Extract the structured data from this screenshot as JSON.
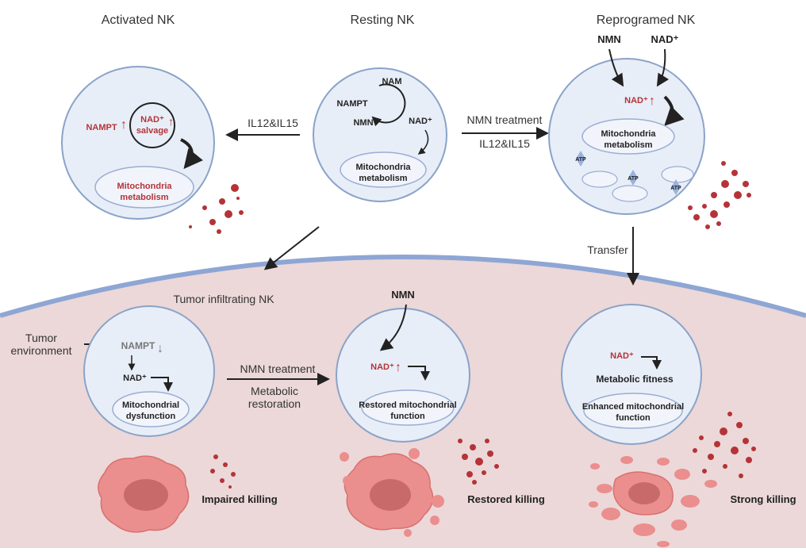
{
  "titles": {
    "activated": "Activated NK",
    "resting": "Resting NK",
    "reprogramed": "Reprogramed NK"
  },
  "resting_cell": {
    "nam": "NAM",
    "nampt": "NAMPT",
    "nmn": "NMN",
    "nad": "NAD⁺",
    "mito_line1": "Mitochondria",
    "mito_line2": "metabolism"
  },
  "activated_cell": {
    "nampt": "NAMPT",
    "nad": "NAD⁺",
    "salvage": "salvage",
    "mito_line1": "Mitochondria",
    "mito_line2": "metabolism"
  },
  "reprogramed_cell": {
    "nmn": "NMN",
    "nad_in": "NAD⁺",
    "nad": "NAD⁺",
    "mito_line1": "Mitochondria",
    "mito_line2": "metabolism",
    "atp": "ATP"
  },
  "arrows": {
    "il_left": "IL12&IL15",
    "nmn_treatment_top": "NMN treatment",
    "il_right": "IL12&IL15",
    "transfer": "Transfer",
    "nmn_treatment_bottom": "NMN treatment",
    "metabolic": "Metabolic",
    "restoration": "restoration"
  },
  "tumor": {
    "infiltrating": "Tumor infiltrating NK",
    "env_line1": "Tumor",
    "env_line2": "environment"
  },
  "dysfunction_cell": {
    "nampt": "NAMPT",
    "nad": "NAD⁺",
    "line1": "Mitochondrial",
    "line2": "dysfunction"
  },
  "restored_cell": {
    "nmn": "NMN",
    "nad": "NAD⁺",
    "line1": "Restored mitochondrial",
    "line2": "function"
  },
  "fitness_cell": {
    "nad": "NAD⁺",
    "fitness": "Metabolic fitness",
    "line1": "Enhanced mitochondrial",
    "line2": "function"
  },
  "outcomes": {
    "impaired": "Impaired killing",
    "restored": "Restored killing",
    "strong": "Strong killing"
  },
  "colors": {
    "cell_fill": "#e8eef8",
    "cell_stroke": "#8aa3c8",
    "membrane": "#8ea6d4",
    "tissue": "#ecd8d8",
    "accent_red": "#b53338",
    "tumor_pink": "#eb8e8e"
  }
}
